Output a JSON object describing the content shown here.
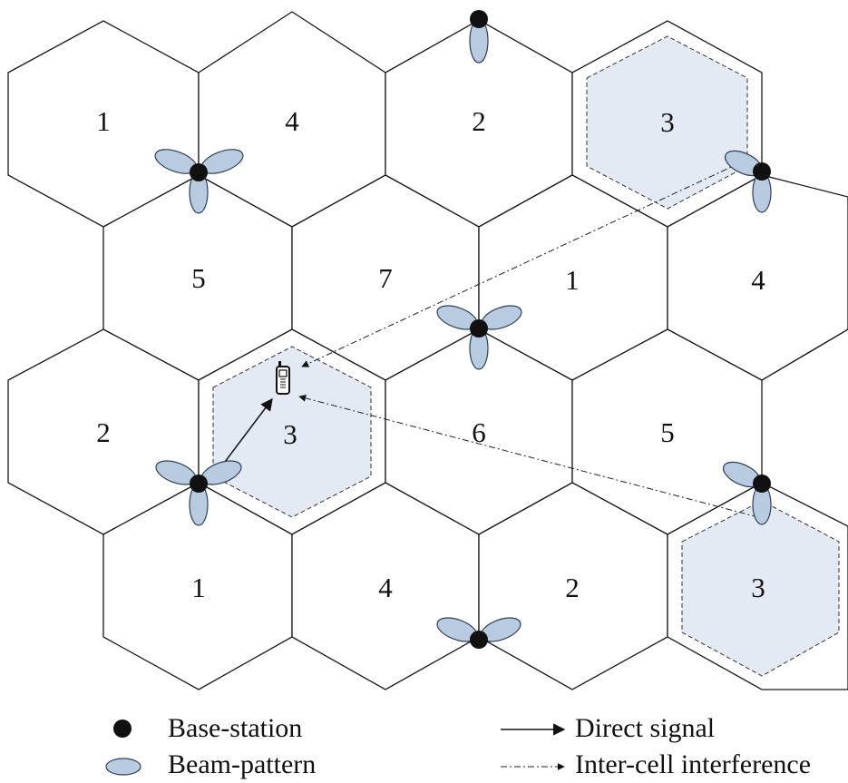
{
  "cells": [
    {
      "label": "1",
      "shaded": false
    },
    {
      "label": "4",
      "shaded": false
    },
    {
      "label": "2",
      "shaded": false
    },
    {
      "label": "3",
      "shaded": true
    },
    {
      "label": "5",
      "shaded": false
    },
    {
      "label": "7",
      "shaded": false
    },
    {
      "label": "1",
      "shaded": false
    },
    {
      "label": "4",
      "shaded": false
    },
    {
      "label": "2",
      "shaded": false
    },
    {
      "label": "3",
      "shaded": true
    },
    {
      "label": "6",
      "shaded": false
    },
    {
      "label": "5",
      "shaded": false
    },
    {
      "label": "1",
      "shaded": false
    },
    {
      "label": "4",
      "shaded": false
    },
    {
      "label": "2",
      "shaded": false
    },
    {
      "label": "3",
      "shaded": true
    }
  ],
  "legend": {
    "base_station": "Base-station",
    "beam_pattern": "Beam-pattern",
    "direct_signal": "Direct signal",
    "interference": "Inter-cell interference"
  },
  "colors": {
    "shaded_fill": "#e4eaf4",
    "beam_fill": "#b9cbe0",
    "base_station": "#111111"
  },
  "icons": {
    "base_station": "base-station-icon",
    "beam": "beam-pattern-icon",
    "mobile": "mobile-phone-icon"
  }
}
